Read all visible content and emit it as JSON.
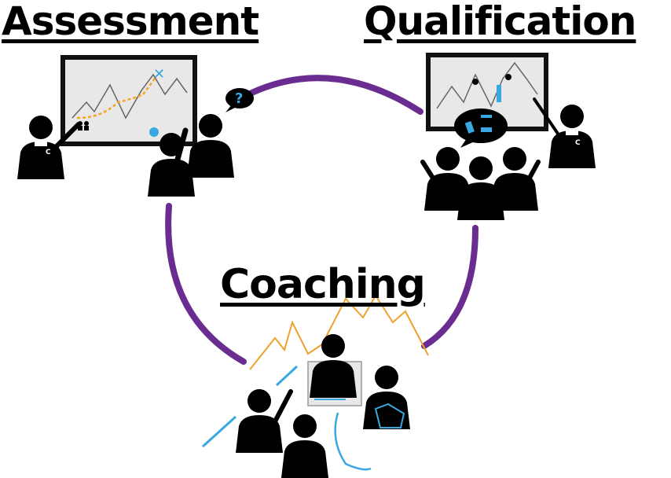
{
  "headings": {
    "assessment": "Assessment",
    "qualification": "Qualification",
    "coaching": "Coaching"
  },
  "badges": {
    "coach_letter": "C",
    "question_mark": "?"
  },
  "colors": {
    "cycle": "#6a2c91",
    "figure": "#000000",
    "mountain": "#f0a030",
    "path": "#f5a623",
    "tool": "#3aa8e0",
    "board": "#e8e8e8",
    "frame": "#111111"
  },
  "icons": {
    "stages": [
      "assessment",
      "qualification",
      "coaching"
    ],
    "decorative": [
      "lightbulb-icon",
      "x-marker-icon",
      "question-bubble-icon",
      "tools-bubble-icon",
      "map-icon",
      "rope-icon",
      "ski-icon",
      "saw-icon"
    ]
  }
}
